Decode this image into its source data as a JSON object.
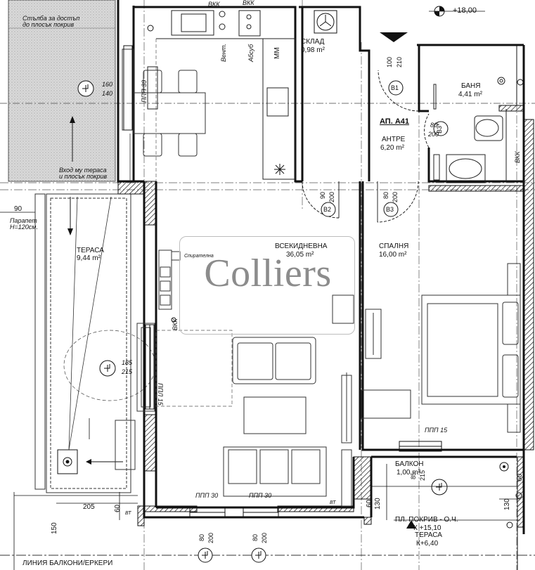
{
  "watermark": "Colliers",
  "level_mark": "+18,00",
  "apartment": "АП. А41",
  "rooms": {
    "storage": {
      "name": "СКЛАД",
      "area": "0,98 m²"
    },
    "bathroom": {
      "name": "БАНЯ",
      "area": "4,41 m²"
    },
    "hall": {
      "name": "АНТРЕ",
      "area": "6,20 m²"
    },
    "living": {
      "name": "ВСЕКИДНЕВНА",
      "area": "36,05 m²"
    },
    "bedroom": {
      "name": "СПАЛНЯ",
      "area": "16,00 m²"
    },
    "terrace": {
      "name": "ТЕРАСА",
      "area": "9,44 m²"
    },
    "balcony": {
      "name": "БАЛКОН",
      "area": "1,00 m²"
    }
  },
  "door_tags": {
    "b1": "В1",
    "b2": "В2",
    "b3": "В3",
    "b3star": "В3*"
  },
  "annotations": {
    "stair_note_1": "Стълба за достъп",
    "stair_note_2": "до плосък покрив",
    "roof_note_1": "Вход му тераса",
    "roof_note_2": "и плосък покрив",
    "parapet_1": "Парапет",
    "parapet_2": "H=120см.",
    "vkk_1": "ВКК",
    "vkk_2": "ВКК",
    "vkk_3": "ВКК",
    "vkk_4": "ВКК",
    "mm": "ММ",
    "ventil": "Вент.",
    "abcu": "Абсуб",
    "stopper": "Спирателна",
    "bt_1": "ВТ",
    "bt_2": "ВТ",
    "roof_label": "ПЛ. ПОКРИВ - О.Ч.",
    "roof_level": "К +15,10",
    "terrace_low": "ТЕРАСА",
    "terrace_level": "К+6,40",
    "balcony_line": "ЛИНИЯ БАЛКОНИ/ЕРКЕРИ"
  },
  "window_tags": {
    "ppp30_left": "ППП 30",
    "pppl15": "ППЛ 15",
    "ppp15": "ППП 15",
    "ppp30_a": "ППП 30",
    "ppp30_b": "ППП 30"
  },
  "dims": {
    "d160": "160",
    "d140": "140",
    "d100": "100",
    "d210": "210",
    "d80a": "80",
    "d200a": "200",
    "d90a": "90",
    "d200b": "200",
    "d80b": "80",
    "d200c": "200",
    "d185": "185",
    "d215": "215",
    "d90": "90",
    "d205": "205",
    "d60a": "60",
    "d150": "150",
    "d60b": "60",
    "d130a": "130",
    "d85": "85",
    "d215b": "215",
    "d60c": "60",
    "d130b": "130",
    "d80c": "80",
    "d200d": "200",
    "d80d": "80",
    "d200e": "200"
  }
}
